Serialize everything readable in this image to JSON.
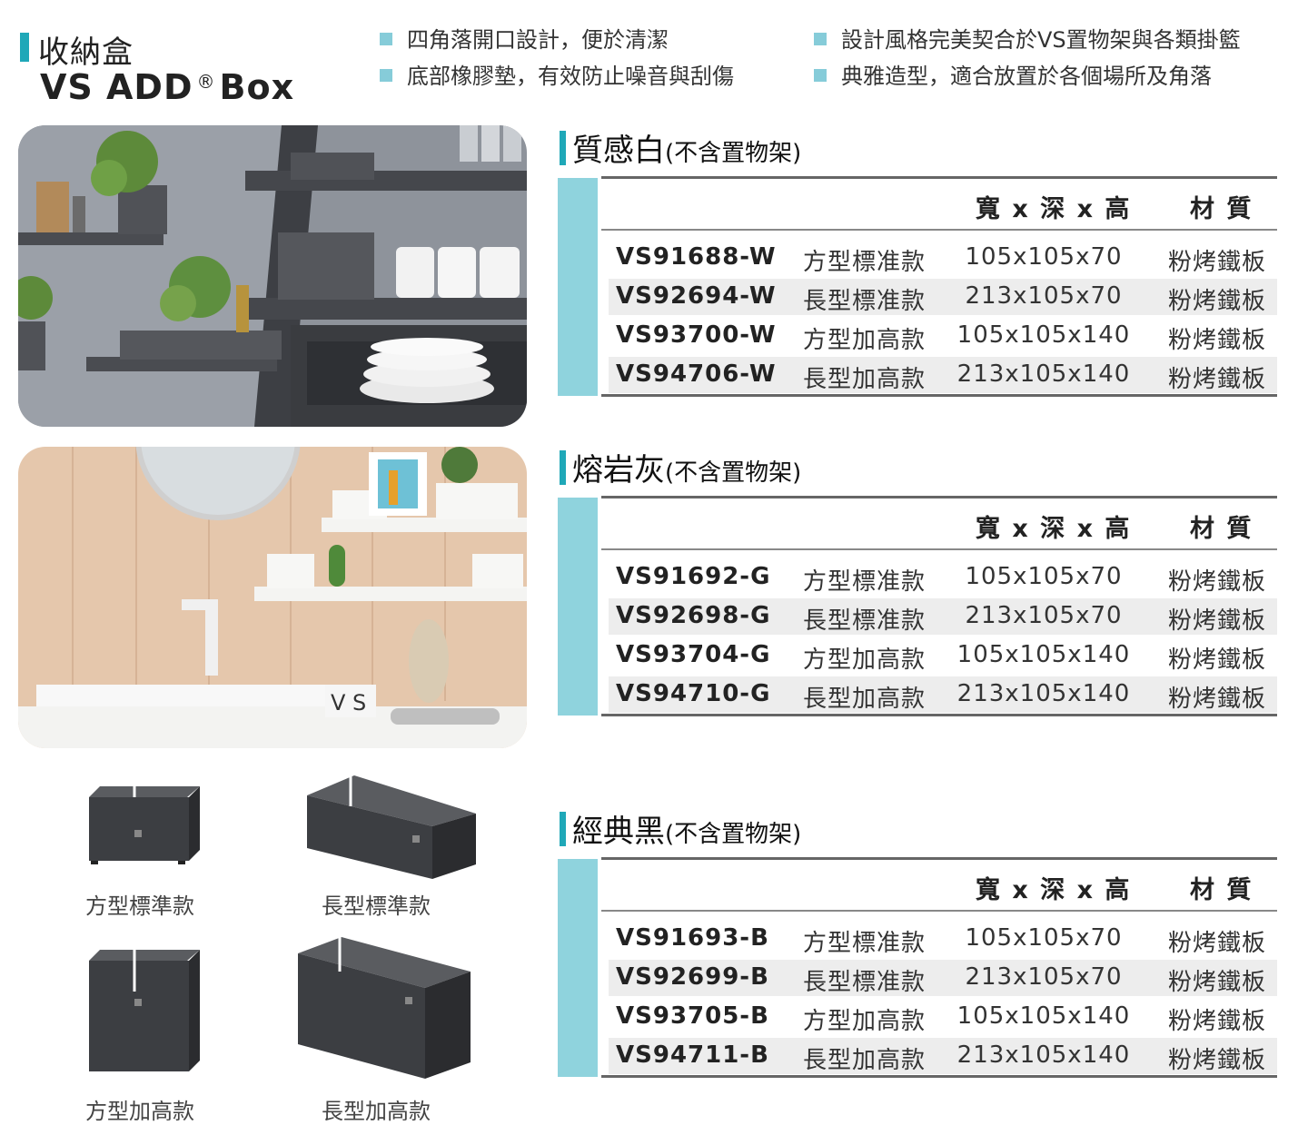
{
  "header": {
    "title_zh": "收納盒",
    "title_en_1": "VS ADD",
    "title_en_reg": "®",
    "title_en_2": "Box",
    "features": [
      "四角落開口設計，便於清潔",
      "設計風格完美契合於VS置物架與各類掛籃",
      "底部橡膠墊，有效防止噪音與刮傷",
      "典雅造型，適合放置於各個場所及角落"
    ]
  },
  "boxes": [
    {
      "label": "方型標準款"
    },
    {
      "label": "長型標準款"
    },
    {
      "label": "方型加高款"
    },
    {
      "label": "長型加高款"
    }
  ],
  "table_headers": {
    "size": "寬 x 深 x 高",
    "material": "材 質"
  },
  "sections": [
    {
      "title": "質感白",
      "note": "(不含置物架)",
      "rows": [
        {
          "code": "VS91688-W",
          "type": "方型標准款",
          "size": "105x105x70",
          "material": "粉烤鐵板"
        },
        {
          "code": "VS92694-W",
          "type": "長型標准款",
          "size": "213x105x70",
          "material": "粉烤鐵板"
        },
        {
          "code": "VS93700-W",
          "type": "方型加高款",
          "size": "105x105x140",
          "material": "粉烤鐵板"
        },
        {
          "code": "VS94706-W",
          "type": "長型加高款",
          "size": "213x105x140",
          "material": "粉烤鐵板"
        }
      ]
    },
    {
      "title": "熔岩灰",
      "note": "(不含置物架)",
      "rows": [
        {
          "code": "VS91692-G",
          "type": "方型標准款",
          "size": "105x105x70",
          "material": "粉烤鐵板"
        },
        {
          "code": "VS92698-G",
          "type": "長型標准款",
          "size": "213x105x70",
          "material": "粉烤鐵板"
        },
        {
          "code": "VS93704-G",
          "type": "方型加高款",
          "size": "105x105x140",
          "material": "粉烤鐵板"
        },
        {
          "code": "VS94710-G",
          "type": "長型加高款",
          "size": "213x105x140",
          "material": "粉烤鐵板"
        }
      ]
    },
    {
      "title": "經典黑",
      "note": "(不含置物架)",
      "rows": [
        {
          "code": "VS91693-B",
          "type": "方型標准款",
          "size": "105x105x70",
          "material": "粉烤鐵板"
        },
        {
          "code": "VS92699-B",
          "type": "長型標准款",
          "size": "213x105x70",
          "material": "粉烤鐵板"
        },
        {
          "code": "VS93705-B",
          "type": "方型加高款",
          "size": "105x105x140",
          "material": "粉烤鐵板"
        },
        {
          "code": "VS94711-B",
          "type": "長型加高款",
          "size": "213x105x140",
          "material": "粉烤鐵板"
        }
      ]
    }
  ],
  "photo2_letters": "V S",
  "colors": {
    "accent": "#1fa8b8",
    "side_bar": "#8fd3dd",
    "row_shade": "#ededed"
  }
}
